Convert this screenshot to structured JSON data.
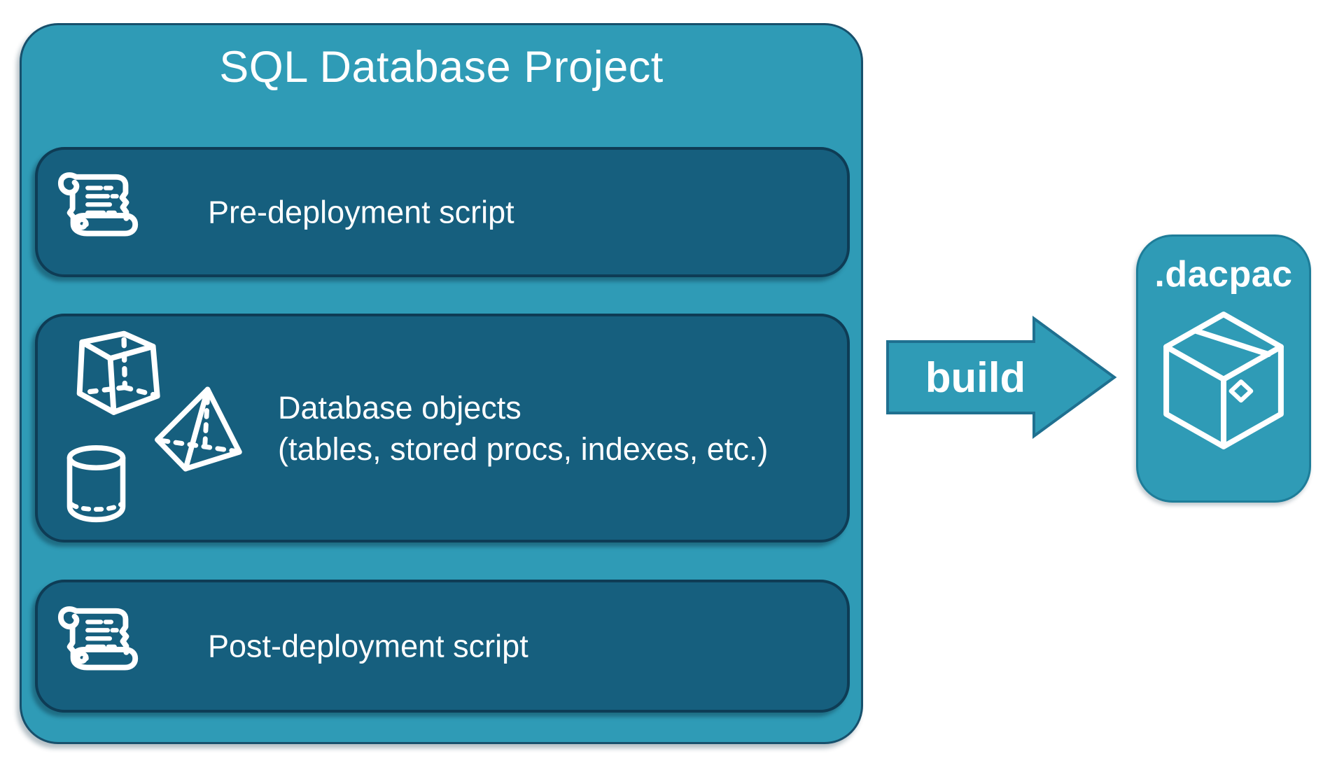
{
  "colors": {
    "teal": "#2F9BB6",
    "panel_dark": "#165F7E",
    "panel_border": "#0E3C55",
    "outer_border": "#17506C",
    "arrow_border": "#1F7090",
    "text": "#FFFFFF"
  },
  "project": {
    "title": "SQL Database Project",
    "panels": [
      {
        "label": "Pre-deployment script",
        "icon": "scroll-icon"
      },
      {
        "label_line1": "Database objects",
        "label_line2": "(tables, stored procs, indexes, etc.)",
        "icons": [
          "cube-icon",
          "pyramid-icon",
          "cylinder-icon"
        ]
      },
      {
        "label": "Post-deployment script",
        "icon": "scroll-icon"
      }
    ]
  },
  "build_arrow": {
    "label": "build"
  },
  "dacpac": {
    "label": ".dacpac",
    "icon": "package-icon"
  }
}
